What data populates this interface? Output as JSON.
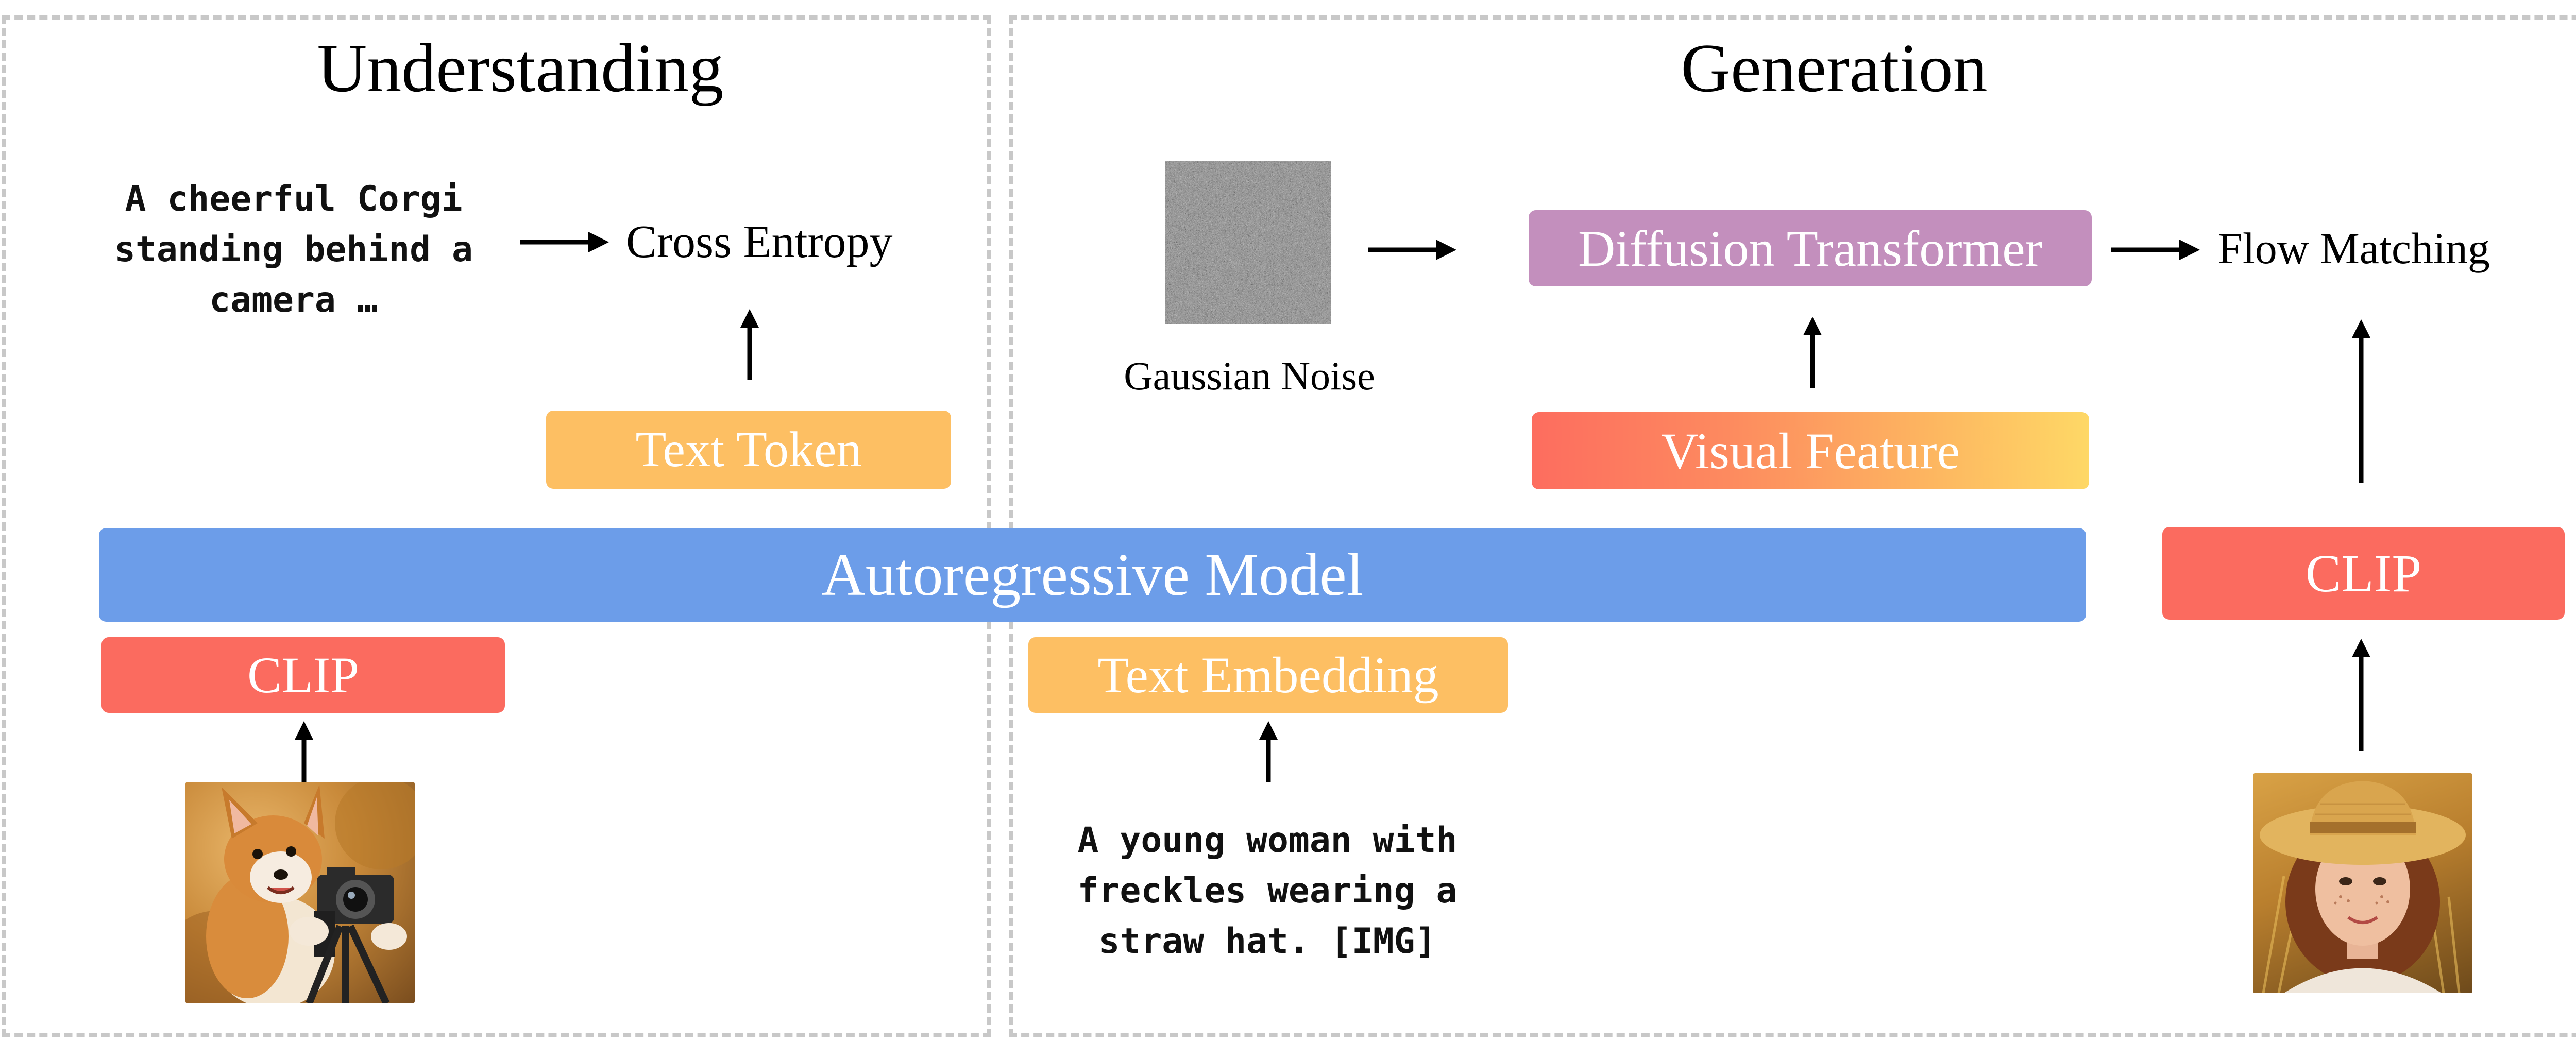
{
  "panels": {
    "understanding_title": "Understanding",
    "generation_title": "Generation"
  },
  "understanding": {
    "caption": "A cheerful Corgi\nstanding behind a\ncamera …",
    "loss": "Cross Entropy",
    "text_token": "Text Token",
    "clip": "CLIP",
    "image": "corgi-with-camera-photo"
  },
  "shared": {
    "autoregressive_model": "Autoregressive Model",
    "text_embedding": "Text Embedding",
    "prompt": "A young woman with\nfreckles wearing a\nstraw hat. [IMG]"
  },
  "generation": {
    "noise_label": "Gaussian Noise",
    "diffusion": "Diffusion Transformer",
    "loss": "Flow Matching",
    "visual_feature": "Visual Feature",
    "clip": "CLIP",
    "image": "woman-in-straw-hat-photo"
  },
  "colors": {
    "clip": "#fb6b5f",
    "text_orange": "#fdbf63",
    "autoregressive": "#6c9de9",
    "diffusion": "#c38fbd",
    "visual_feature_from": "#fd6d5f",
    "visual_feature_to": "#fed866"
  }
}
